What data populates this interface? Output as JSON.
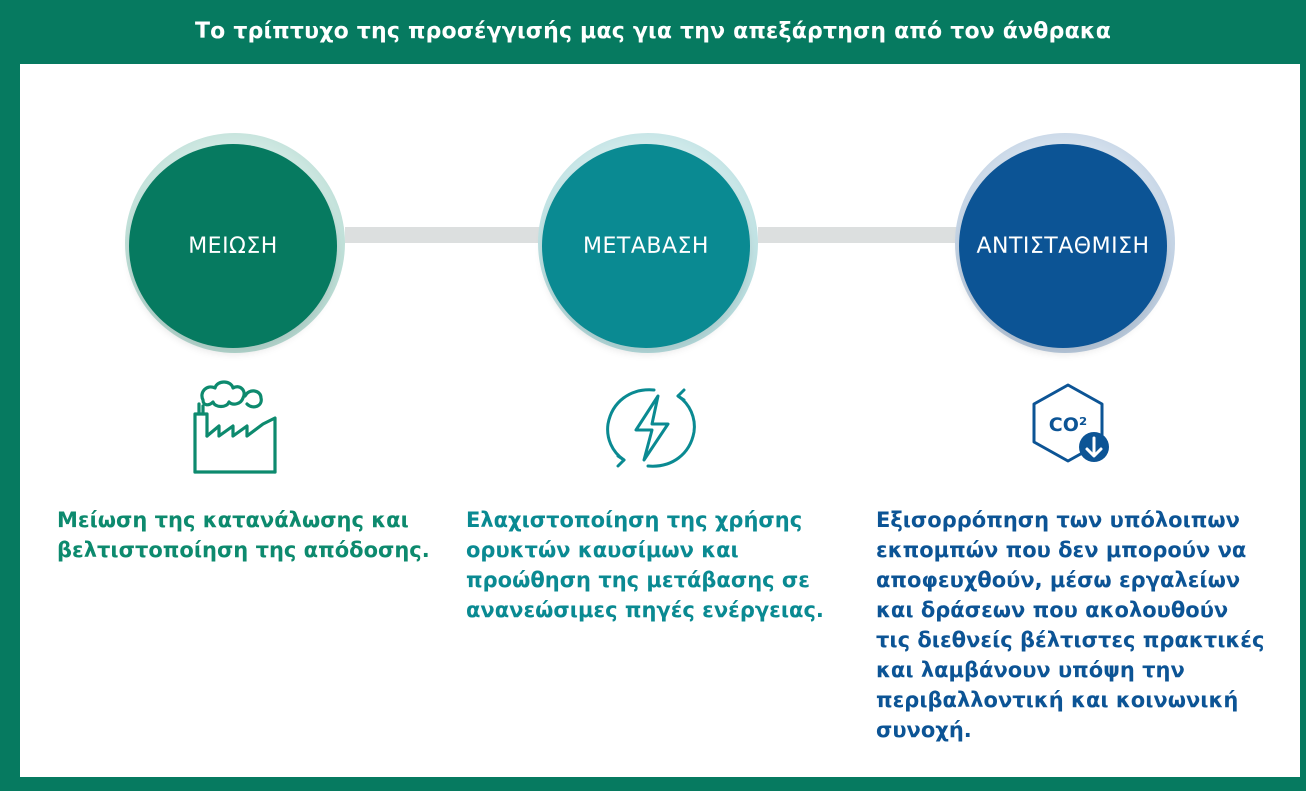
{
  "header": {
    "title": "Το τρίπτυχο της προσέγγισής μας για την απεξάρτηση από τον άνθρακα"
  },
  "colors": {
    "frame": "#067a60",
    "reduction": "#067a60",
    "transition": "#0a8a92",
    "offset": "#0c5495",
    "connector": "#dcdfdf"
  },
  "stages": [
    {
      "title": "ΜΕΙΩΣΗ",
      "icon": "factory-icon",
      "lines": [
        "Μείωση της κατανάλωσης και",
        "βελτιστοποίηση της απόδοσης."
      ]
    },
    {
      "title": "ΜΕΤΑΒΑΣΗ",
      "icon": "lightning-cycle-icon",
      "lines": [
        "Ελαχιστοποίηση της χρήσης",
        "ορυκτών καυσίμων και",
        "προώθηση της μετάβασης σε",
        "ανανεώσιμες πηγές ενέργειας."
      ]
    },
    {
      "title": "ΑΝΤΙΣΤΑΘΜΙΣΗ",
      "icon": "co2-reduction-icon",
      "icon_text": "CO²",
      "lines": [
        "Εξισορρόπηση των υπόλοιπων",
        "εκπομπών που δεν μπορούν να",
        "αποφευχθούν, μέσω εργαλείων",
        "και δράσεων που ακολουθούν",
        "τις διεθνείς βέλτιστες πρακτικές",
        "και λαμβάνουν υπόψη την",
        "περιβαλλοντική και κοινωνική",
        "συνοχή."
      ]
    }
  ]
}
